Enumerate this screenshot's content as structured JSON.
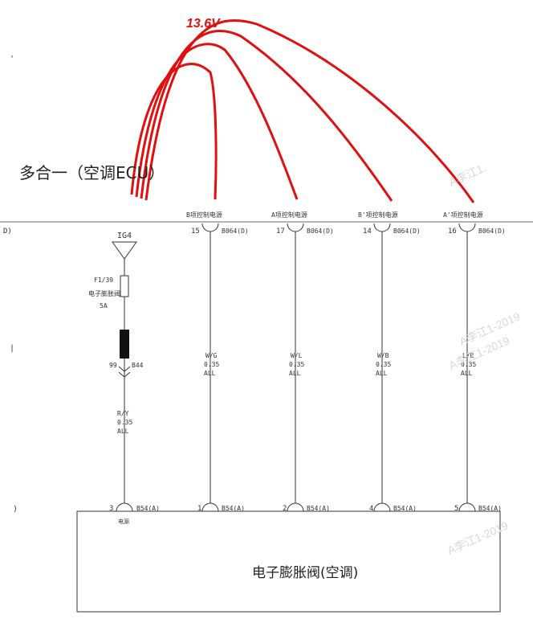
{
  "annotation": {
    "voltage": "13.6V",
    "color": "#e01010"
  },
  "source": {
    "label": "多合一（空调ECU）"
  },
  "header": {
    "edge_label": "D)"
  },
  "left_margin": {
    "mark_top": "'",
    "mark_mid": "|",
    "mark_bottom": ")"
  },
  "power_branch": {
    "ground_label": "IG4",
    "fuse_id": "F1/39",
    "fuse_name": "电子膨胀阀",
    "fuse_rating": "5A",
    "connector_pin": "99",
    "connector_id": "B44",
    "wire_color": "R/Y",
    "wire_size": "0.35",
    "wire_option": "ALL",
    "dest_pin": "3",
    "dest_connector": "B54(A)",
    "dest_note": "电源"
  },
  "circuits": [
    {
      "name": "B项控制电源",
      "ecu_pin": "15",
      "ecu_connector": "B064(D)",
      "wire_color": "W/G",
      "wire_size": "0.35",
      "wire_option": "ALL",
      "dest_pin": "1",
      "dest_connector": "B54(A)"
    },
    {
      "name": "A项控制电源",
      "ecu_pin": "17",
      "ecu_connector": "B064(D)",
      "wire_color": "W/L",
      "wire_size": "0.35",
      "wire_option": "ALL",
      "dest_pin": "2",
      "dest_connector": "B54(A)"
    },
    {
      "name": "B'项控制电源",
      "ecu_pin": "14",
      "ecu_connector": "B064(D)",
      "wire_color": "W/B",
      "wire_size": "0.35",
      "wire_option": "ALL",
      "dest_pin": "4",
      "dest_connector": "B54(A)"
    },
    {
      "name": "A'项控制电源",
      "ecu_pin": "16",
      "ecu_connector": "B064(D)",
      "wire_color": "L/B",
      "wire_size": "0.35",
      "wire_option": "ALL",
      "dest_pin": "5",
      "dest_connector": "B54(A)"
    }
  ],
  "device": {
    "label": "电子膨胀阀(空调)"
  },
  "watermarks": [
    "A李江1.",
    "A李江1-2019",
    "A李江1-2019",
    "A李江1-2019"
  ]
}
